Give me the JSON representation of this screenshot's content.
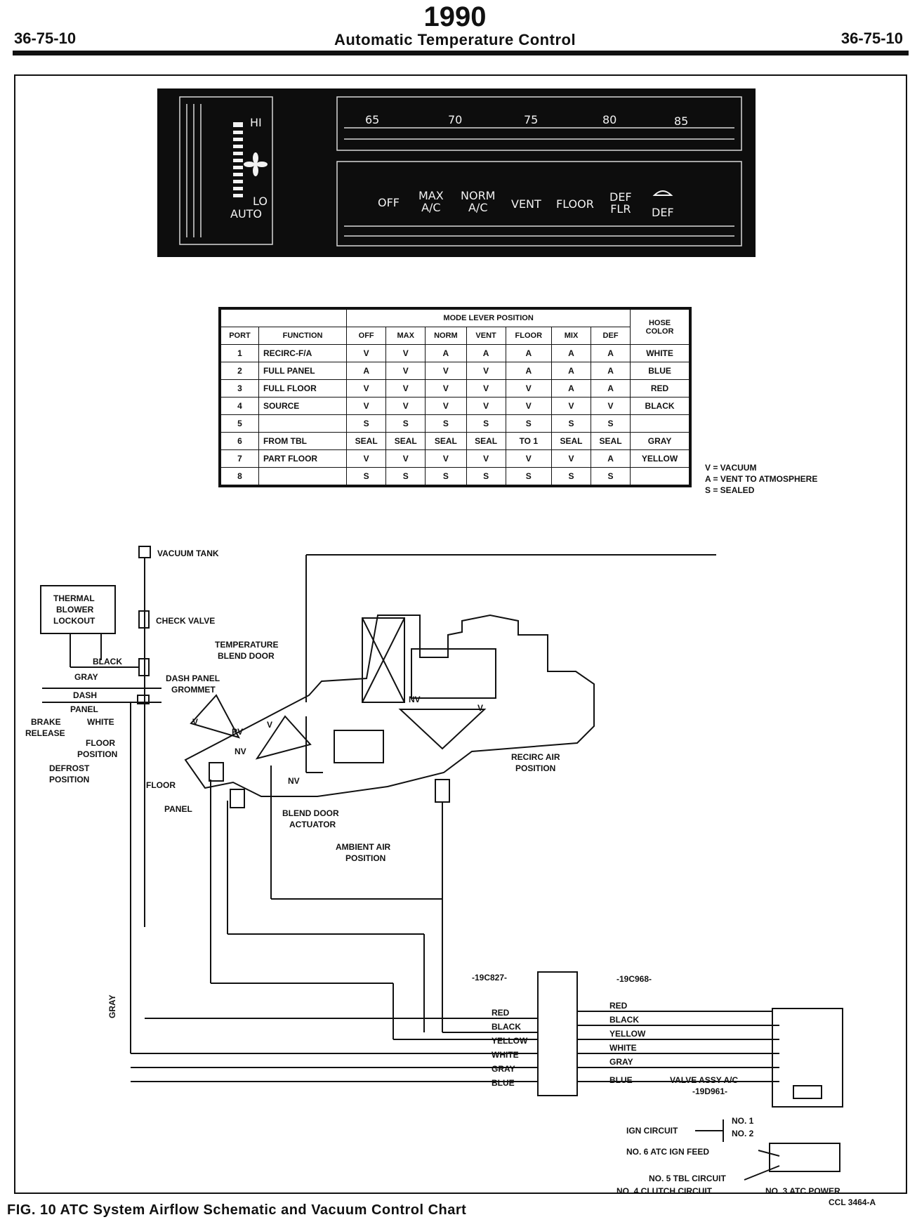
{
  "header": {
    "year": "1990",
    "code_left": "36-75-10",
    "title": "Automatic Temperature Control",
    "code_right": "36-75-10"
  },
  "control_panel": {
    "fan_hi": "HI",
    "fan_lo": "LO",
    "fan_auto": "AUTO",
    "temps": [
      "65",
      "70",
      "75",
      "80",
      "85"
    ],
    "modes": [
      "OFF",
      "MAX\nA/C",
      "NORM\nA/C",
      "VENT",
      "FLOOR",
      "DEF\nFLR",
      "DEF"
    ]
  },
  "vacuum_chart": {
    "group_header": "MODE LEVER POSITION",
    "columns": [
      "PORT",
      "FUNCTION",
      "OFF",
      "MAX",
      "NORM",
      "VENT",
      "FLOOR",
      "MIX",
      "DEF",
      "HOSE\nCOLOR"
    ],
    "rows": [
      [
        "1",
        "RECIRC-F/A",
        "V",
        "V",
        "A",
        "A",
        "A",
        "A",
        "A",
        "WHITE"
      ],
      [
        "2",
        "FULL PANEL",
        "A",
        "V",
        "V",
        "V",
        "A",
        "A",
        "A",
        "BLUE"
      ],
      [
        "3",
        "FULL FLOOR",
        "V",
        "V",
        "V",
        "V",
        "V",
        "A",
        "A",
        "RED"
      ],
      [
        "4",
        "SOURCE",
        "V",
        "V",
        "V",
        "V",
        "V",
        "V",
        "V",
        "BLACK"
      ],
      [
        "5",
        "",
        "S",
        "S",
        "S",
        "S",
        "S",
        "S",
        "S",
        ""
      ],
      [
        "6",
        "FROM TBL",
        "SEAL",
        "SEAL",
        "SEAL",
        "SEAL",
        "TO 1",
        "SEAL",
        "SEAL",
        "GRAY"
      ],
      [
        "7",
        "PART FLOOR",
        "V",
        "V",
        "V",
        "V",
        "V",
        "V",
        "A",
        "YELLOW"
      ],
      [
        "8",
        "",
        "S",
        "S",
        "S",
        "S",
        "S",
        "S",
        "S",
        ""
      ]
    ],
    "legend": [
      "V = VACUUM",
      "A = VENT TO ATMOSPHERE",
      "S = SEALED"
    ]
  },
  "schematic": {
    "labels": {
      "vacuum_tank": "VACUUM TANK",
      "thermal": "THERMAL",
      "blower": "BLOWER",
      "lockout": "LOCKOUT",
      "check_valve": "CHECK VALVE",
      "black": "BLACK",
      "gray": "GRAY",
      "temperature": "TEMPERATURE",
      "blend_door": "BLEND DOOR",
      "dash_panel": "DASH PANEL",
      "grommet": "GROMMET",
      "dash": "DASH",
      "panel": "PANEL",
      "white": "WHITE",
      "brake": "BRAKE",
      "release": "RELEASE",
      "floor": "FLOOR",
      "position": "POSITION",
      "defrost": "DEFROST",
      "floor_short": "FLOOR",
      "panel_short": "PANEL",
      "blend_door_caps": "BLEND DOOR",
      "actuator": "ACTUATOR",
      "ambient_air": "AMBIENT AIR",
      "recirc_air": "RECIRC AIR",
      "pv": "PV",
      "nv": "NV",
      "v": "V",
      "gray_vertical": "GRAY",
      "part_left": "-19C827-",
      "part_right": "-19C968-",
      "valve_assy": "VALVE ASSY A/C",
      "valve_part": "-19D961-",
      "ign_circuit": "IGN CIRCUIT",
      "no1": "NO. 1",
      "no2": "NO. 2",
      "no6": "NO. 6 ATC IGN FEED",
      "no5": "NO. 5 TBL CIRCUIT",
      "no4": "NO. 4 CLUTCH CIRCUIT",
      "no3": "NO. 3 ATC POWER",
      "ref": "CCL 3464-A"
    },
    "hose_colors": [
      "RED",
      "BLACK",
      "YELLOW",
      "WHITE",
      "GRAY",
      "BLUE"
    ]
  },
  "caption": "FIG. 10 ATC System Airflow Schematic and Vacuum Control Chart"
}
